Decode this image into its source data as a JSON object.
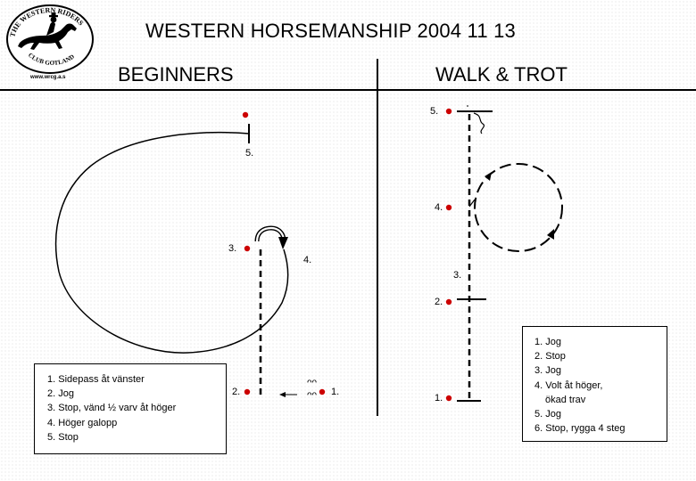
{
  "title": "WESTERN HORSEMANSHIP 2004 11 13",
  "logo": {
    "top_text": "THE WESTERN RIDERS",
    "bottom_text": "CLUB GOTLAND",
    "url": "www.wrcg.a.s"
  },
  "sections": {
    "left": {
      "heading": "BEGINNERS"
    },
    "right": {
      "heading": "WALK & TROT"
    }
  },
  "left_markers": [
    "1.",
    "2.",
    "3.",
    "4.",
    "5."
  ],
  "right_markers": [
    "1.",
    "2.",
    "3.",
    "4.",
    "5."
  ],
  "hoof_prints": "ᴖᴖ",
  "left_legend": [
    "1. Sidepass åt vänster",
    "2. Jog",
    "3. Stop, vänd ½ varv åt höger",
    "4. Höger galopp",
    "5. Stop"
  ],
  "right_legend": [
    "1. Jog",
    "2. Stop",
    "3. Jog",
    "4. Volt åt höger,",
    "ökad trav",
    "5. Jog",
    "6. Stop, rygga 4 steg"
  ],
  "colors": {
    "cone": "#cc0000",
    "line": "#000000",
    "background": "#ffffff"
  }
}
